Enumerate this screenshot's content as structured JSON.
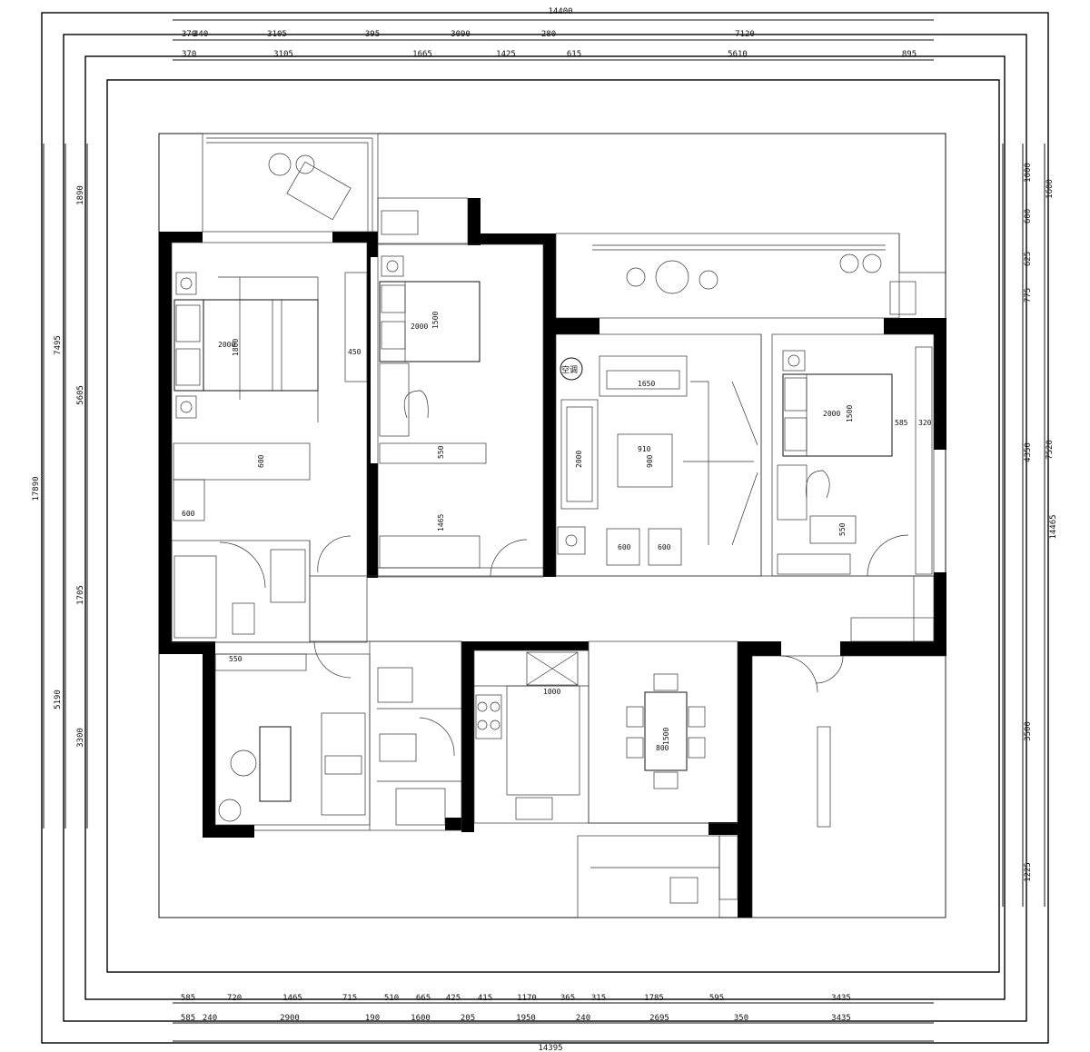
{
  "plan": {
    "overall": {
      "top_total": "14400",
      "bottom_total": "14395",
      "left_total": "17890",
      "right_total": "14465"
    },
    "top_row1": [
      "370",
      "340",
      "3105",
      "395",
      "3090",
      "280",
      "7120"
    ],
    "top_row2": [
      "370",
      "3105",
      "1665",
      "1425",
      "615",
      "5610",
      "895"
    ],
    "bottom_row1": [
      "585",
      "720",
      "1465",
      "715",
      "510",
      "665",
      "425",
      "415",
      "1170",
      "365",
      "315",
      "1785",
      "595",
      "3435"
    ],
    "bottom_row2": [
      "585",
      "240",
      "2900",
      "190",
      "1600",
      "205",
      "1950",
      "240",
      "2695",
      "350",
      "3435"
    ],
    "left_outer": [
      "7495",
      "5190"
    ],
    "left_inner": [
      "1890",
      "5605",
      "1705",
      "3300"
    ],
    "right_outer": [
      "1600",
      "7520"
    ],
    "right_inner": [
      "1000",
      "600",
      "625",
      "775",
      "4350",
      "3500",
      "1225"
    ],
    "interior_labels": {
      "bed1": [
        "2000",
        "1800"
      ],
      "wardrobe_w": "450",
      "closet": "600",
      "small_closet": "600",
      "bed2": [
        "2000",
        "1500"
      ],
      "desk_d": "550",
      "wardrobe2": "1465",
      "sofa_w": "1650",
      "sofa_d": "2000",
      "table1": "910",
      "table2": "900",
      "stool1": "600",
      "stool2": "600",
      "bed3": [
        "2000",
        "1500"
      ],
      "bed3_side": "585",
      "bed3_side2": "320",
      "desk3": "550",
      "dining_w": "1500",
      "dining_d": "800",
      "kitchen": "1000",
      "wardrobe_lower": "550",
      "ac_label": "空调"
    }
  }
}
